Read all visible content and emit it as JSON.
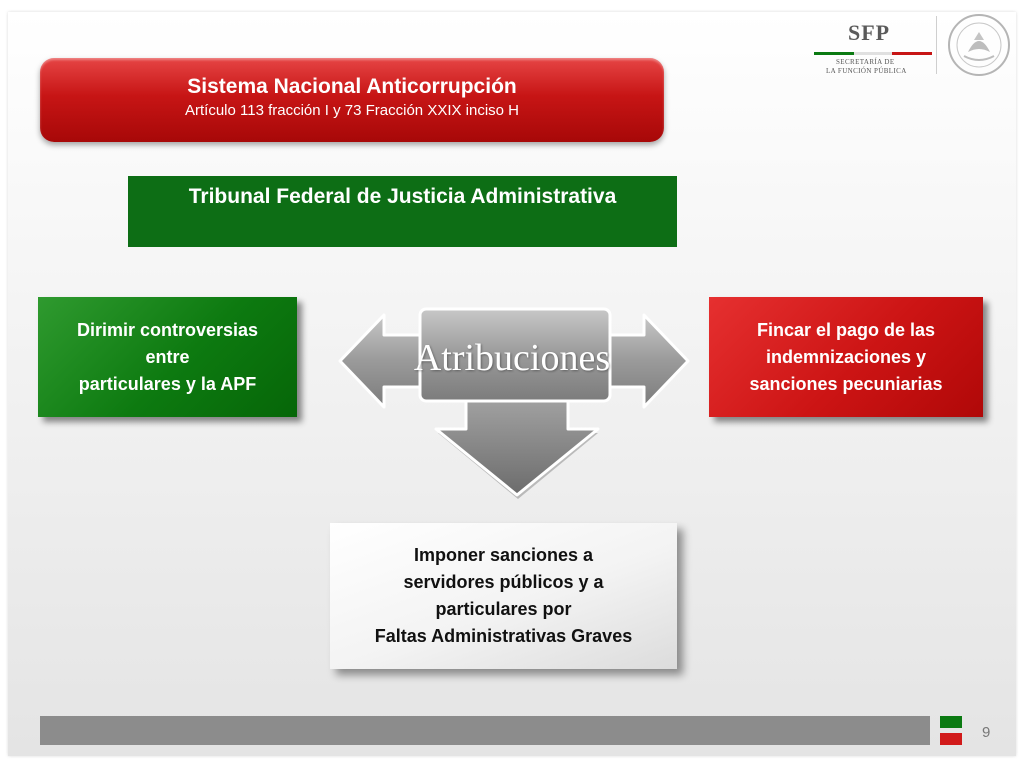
{
  "header": {
    "logo_text": "SFP",
    "logo_subtitle_line1": "SECRETARÍA DE",
    "logo_subtitle_line2": "LA FUNCIÓN PÚBLICA"
  },
  "banner": {
    "title": "Sistema Nacional Anticorrupción",
    "subtitle": "Artículo 113 fracción I y 73 Fracción XXIX inciso H"
  },
  "tribunal": {
    "label": "Tribunal Federal de Justicia Administrativa"
  },
  "center": {
    "label": "Atribuciones"
  },
  "boxes": {
    "left": "Dirimir controversias\nentre\nparticulares y la  APF",
    "right": "Fincar el pago de las\nindemnizaciones y\nsanciones pecuniarias",
    "bottom": "Imponer sanciones a\nservidores públicos y a\nparticulares por\nFaltas Administrativas Graves"
  },
  "footer": {
    "page_number": "9"
  },
  "colors": {
    "banner_red": "#c71515",
    "tribunal_green": "#0d6e15",
    "box_green": "#0d7a10",
    "box_red": "#cc1414",
    "arrow_gray": "#9a9a9a"
  }
}
